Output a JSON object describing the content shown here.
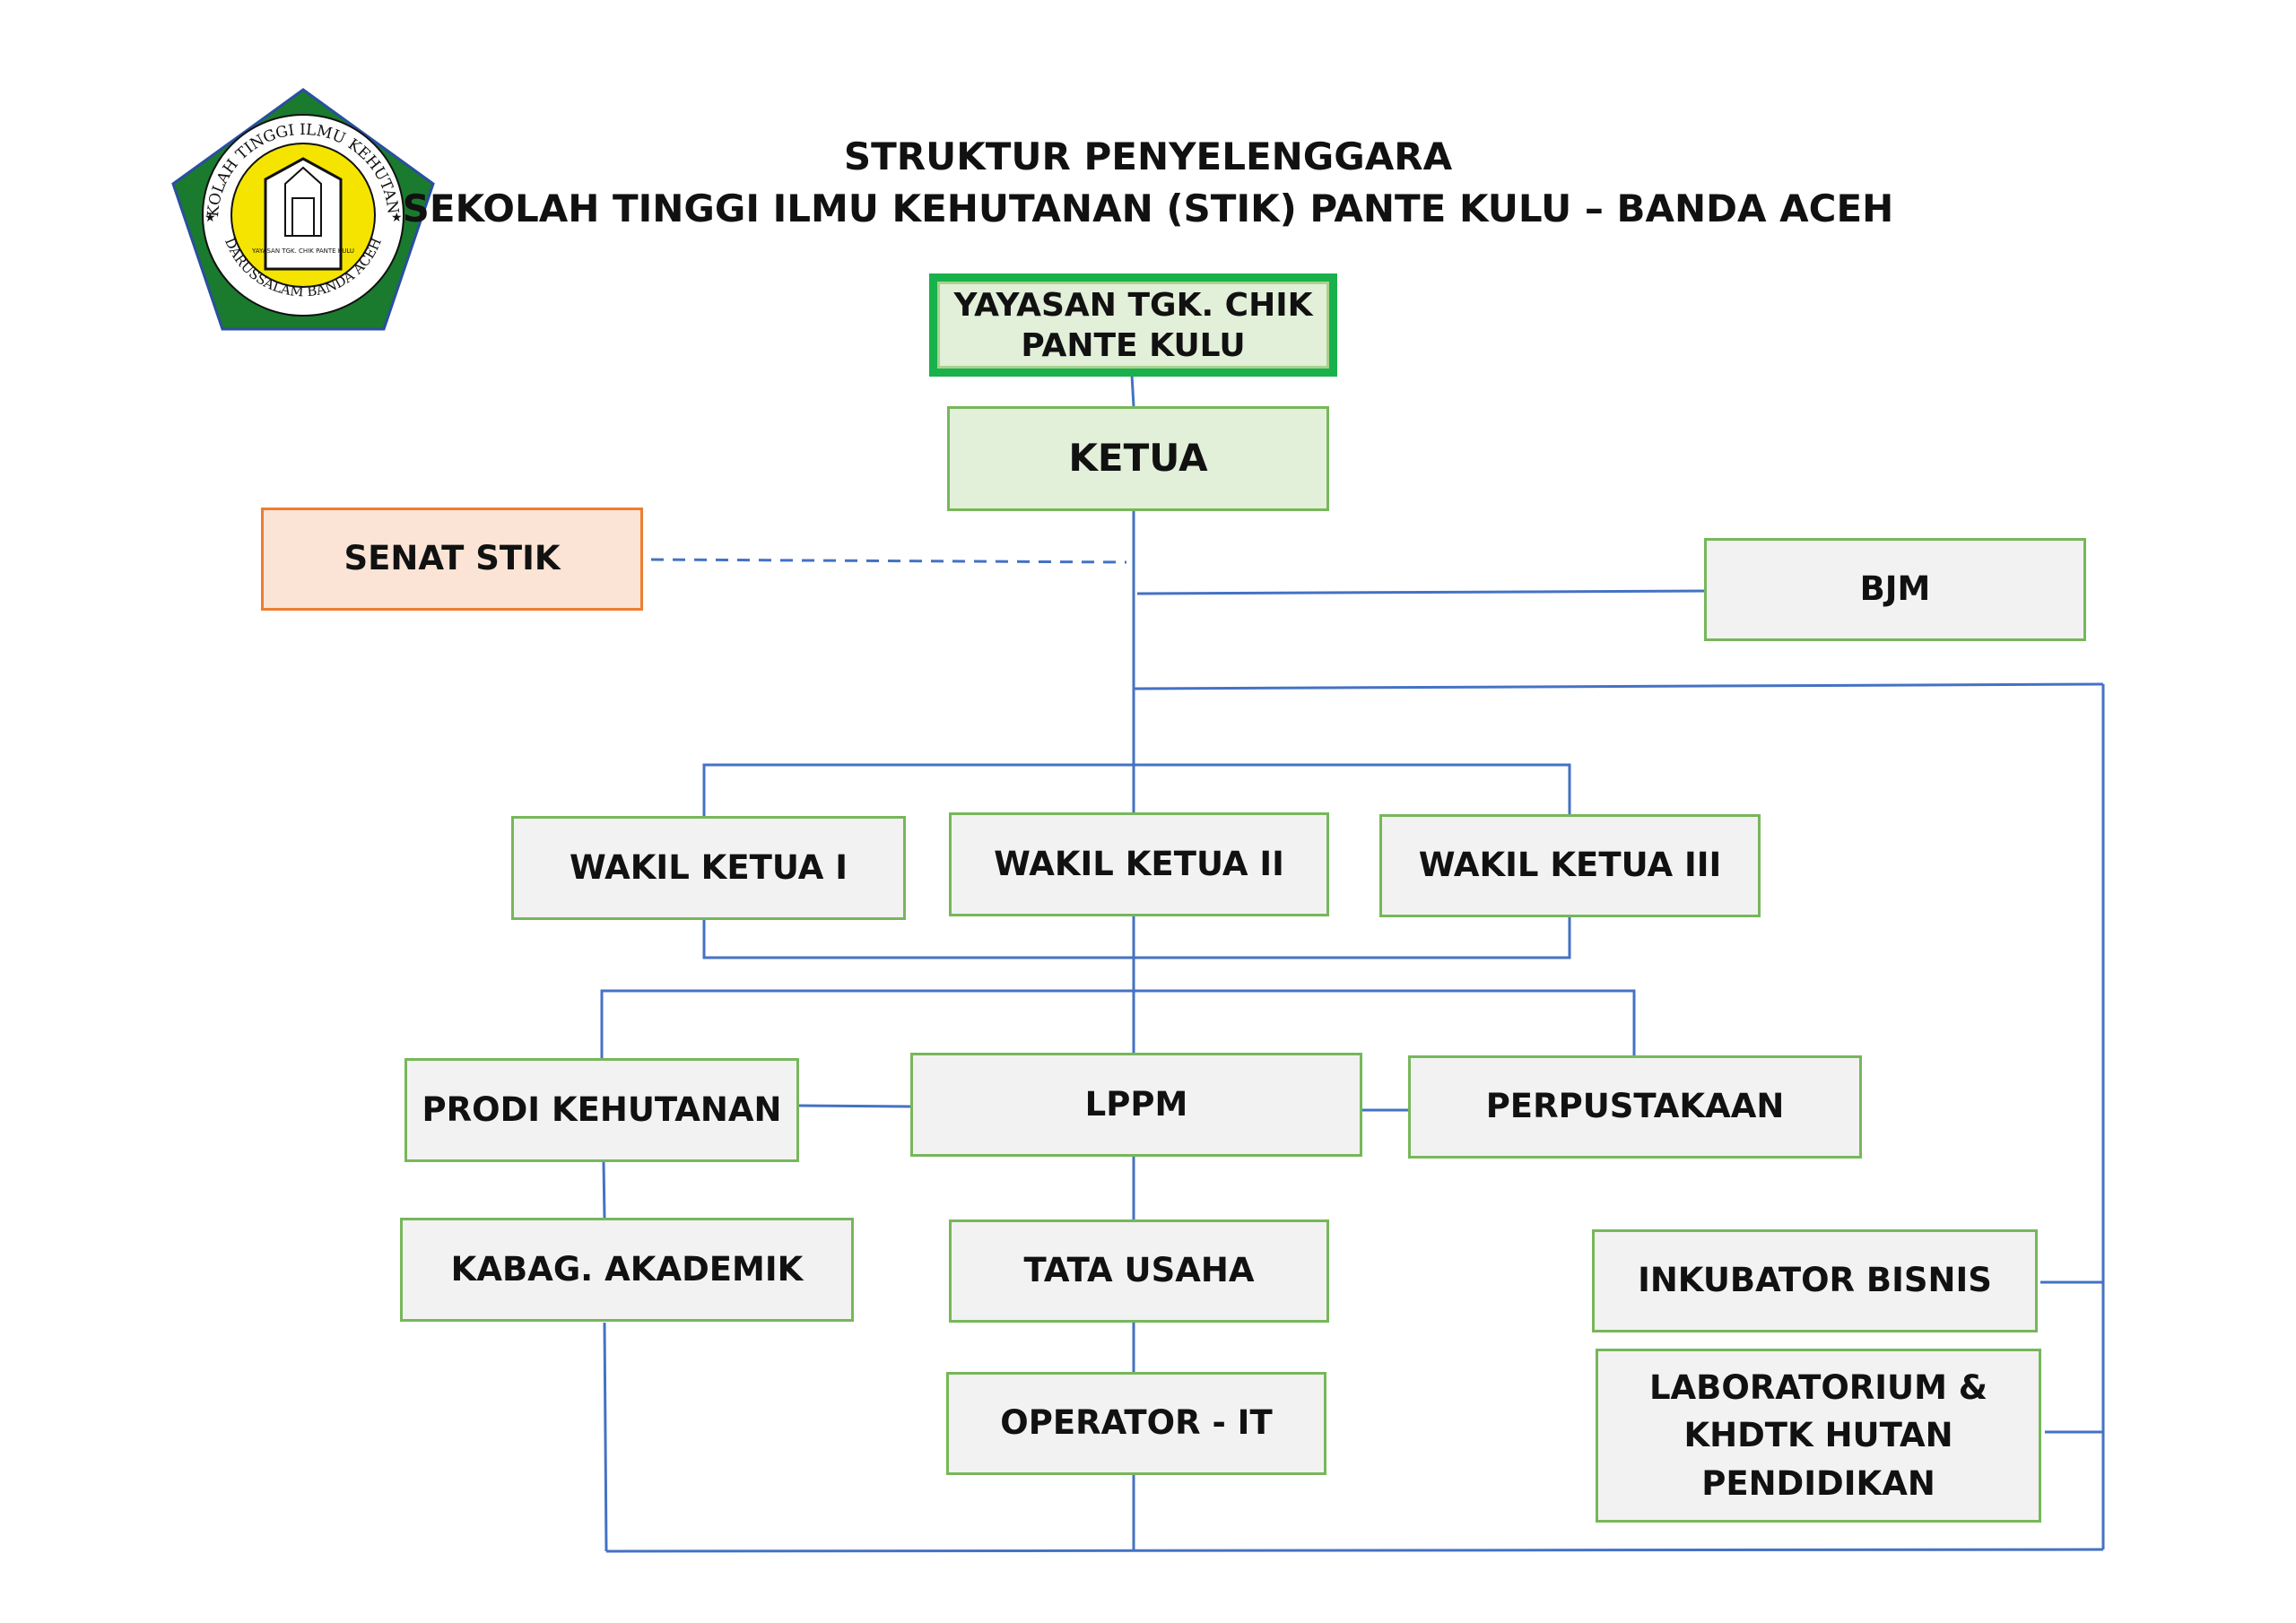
{
  "logo": {
    "ring_text_top": "SEKOLAH TINGGI ILMU KEHUTANAN",
    "ring_text_bottom": "DARUSSALAM BANDA ACEH",
    "inner_text": "YAYASAN TGK. CHIK PANTE KULU",
    "colors": {
      "outer": "#1a7a2e",
      "ring": "#ffffff",
      "inner": "#f5e400"
    }
  },
  "title": {
    "line1": "STRUKTUR PENYELENGGARA",
    "line2": "SEKOLAH TINGGI ILMU KEHUTANAN (STIK) PANTE KULU – BANDA ACEH"
  },
  "nodes": {
    "yayasan": {
      "line1": "YAYASAN TGK. CHIK",
      "line2": "PANTE KULU"
    },
    "ketua": "KETUA",
    "senat": "SENAT STIK",
    "bjm": "BJM",
    "wakil1": "WAKIL KETUA I",
    "wakil2": "WAKIL KETUA II",
    "wakil3": "WAKIL KETUA III",
    "prodi": "PRODI KEHUTANAN",
    "lppm": "LPPM",
    "perpustakaan": "PERPUSTAKAAN",
    "kabag": "KABAG. AKADEMIK",
    "tata_usaha": "TATA USAHA",
    "operator": "OPERATOR - IT",
    "inkubator": "INKUBATOR BISNIS",
    "lab": {
      "line1": "LABORATORIUM &",
      "line2": "KHDTK HUTAN",
      "line3": "PENDIDIKAN"
    }
  },
  "colors": {
    "connector": "#4472c4",
    "box_border": "#77b75a",
    "box_fill": "#f2f2f2",
    "ketua_fill": "#e2efd9",
    "senat_border": "#ed7d31",
    "senat_fill": "#fbe4d5",
    "yayasan_border": "#19b14b"
  }
}
